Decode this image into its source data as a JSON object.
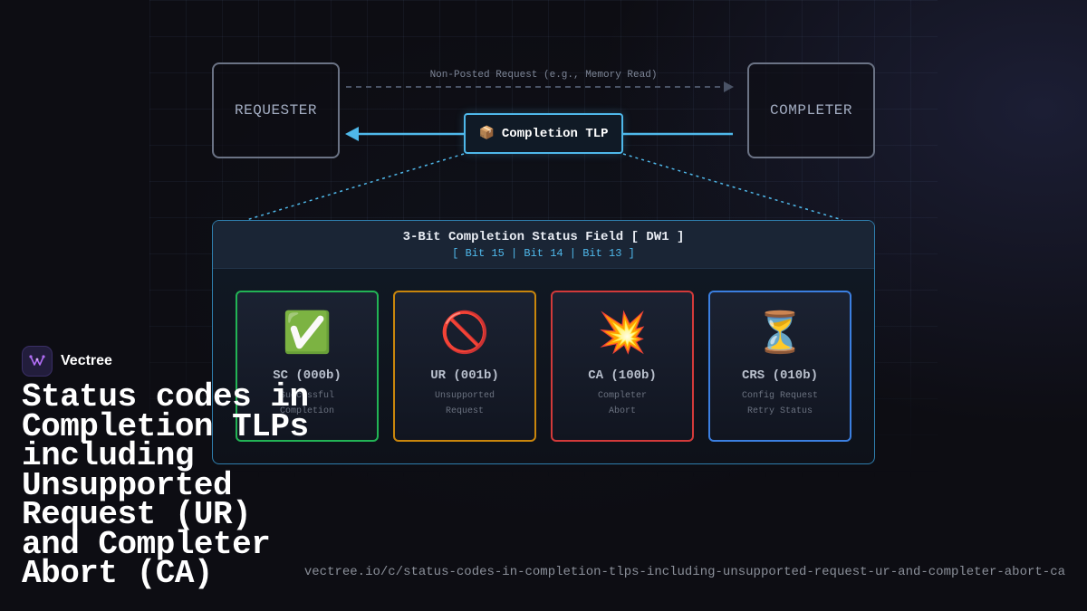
{
  "diagram": {
    "requester_label": "REQUESTER",
    "completer_label": "COMPLETER",
    "request_label": "Non-Posted Request (e.g., Memory Read)",
    "tlp": {
      "icon": "package-icon",
      "glyph": "📦",
      "label": "Completion TLP"
    },
    "status_field": {
      "title": "3-Bit Completion Status Field [ DW1 ]",
      "bits": "[ Bit 15 | Bit 14 | Bit 13 ]"
    },
    "statuses": [
      {
        "icon": "check-mark-icon",
        "glyph": "✅",
        "code": "SC (000b)",
        "desc_line1": "Successful",
        "desc_line2": "Completion",
        "color": "#22b455"
      },
      {
        "icon": "prohibited-icon",
        "glyph": "🚫",
        "code": "UR (001b)",
        "desc_line1": "Unsupported",
        "desc_line2": "Request",
        "color": "#c9860c"
      },
      {
        "icon": "collision-icon",
        "glyph": "💥",
        "code": "CA (100b)",
        "desc_line1": "Completer",
        "desc_line2": "Abort",
        "color": "#d23a3a"
      },
      {
        "icon": "hourglass-icon",
        "glyph": "⏳",
        "code": "CRS (010b)",
        "desc_line1": "Config Request",
        "desc_line2": "Retry Status",
        "color": "#3b7fe0"
      }
    ]
  },
  "brand": {
    "name": "Vectree",
    "logo_icon": "vectree-logo-icon"
  },
  "headline": "Status codes in Completion TLPs including Unsupported Request (UR) and Completer Abort (CA)",
  "url": "vectree.io/c/status-codes-in-completion-tlps-including-unsupported-request-ur-and-completer-abort-ca",
  "colors": {
    "background": "#0d0d13",
    "accent": "#4fb8ea",
    "node_border": "#6b7385"
  }
}
